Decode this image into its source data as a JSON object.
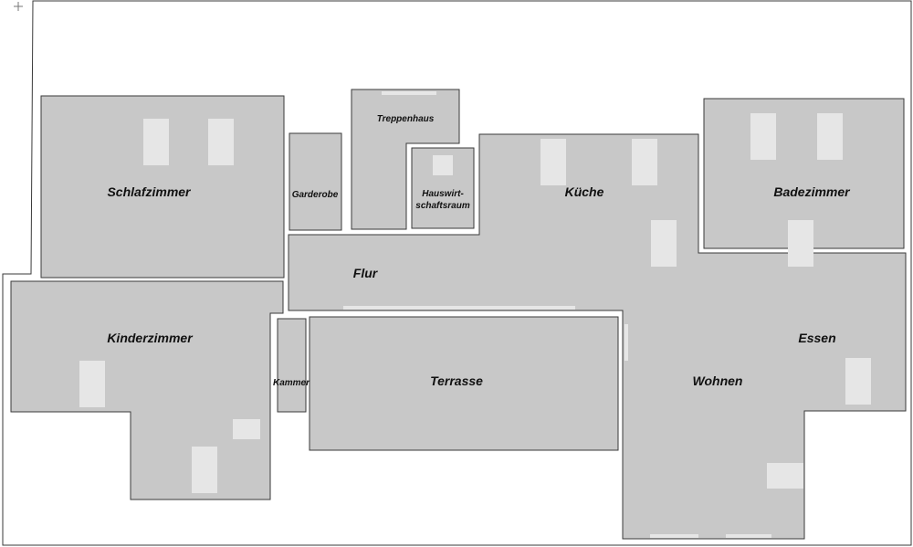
{
  "rooms": {
    "schlafzimmer": "Schlafzimmer",
    "garderobe": "Garderobe",
    "treppenhaus": "Treppenhaus",
    "hauswirtschaftsraum_1": "Hauswirt-",
    "hauswirtschaftsraum_2": "schaftsraum",
    "kueche": "Küche",
    "badezimmer": "Badezimmer",
    "flur": "Flur",
    "kinderzimmer": "Kinderzimmer",
    "kammer": "Kammer",
    "terrasse": "Terrasse",
    "wohnen": "Wohnen",
    "essen": "Essen"
  },
  "colors": {
    "room_fill": "#c8c8c8",
    "wall_stroke": "#3a3a3a",
    "window": "#e6e6e6"
  }
}
